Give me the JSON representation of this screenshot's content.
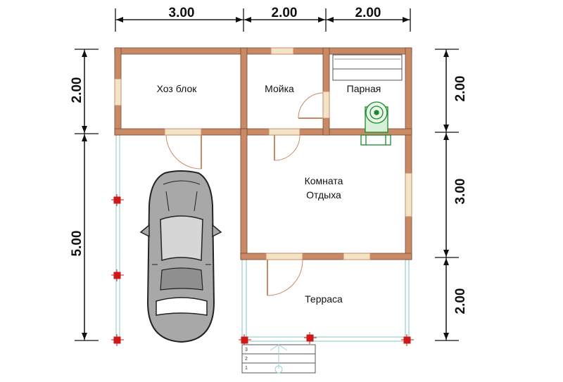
{
  "dimensions": {
    "top": [
      "3.00",
      "2.00",
      "2.00"
    ],
    "left": [
      "2.00",
      "5.00"
    ],
    "right": [
      "2.00",
      "3.00",
      "2.00"
    ]
  },
  "rooms": {
    "utility": "Хоз блок",
    "wash": "Мойка",
    "steam": "Парная",
    "lounge_line1": "Комната",
    "lounge_line2": "Отдыха",
    "terrace": "Терраса"
  },
  "steps": [
    "3",
    "2",
    "1"
  ],
  "colors": {
    "wall": "#c88a66",
    "wall_stroke": "#7a4a2e",
    "window": "#f3e4c8",
    "dimension": "#111111",
    "post": "#cc1a1a",
    "terrace_rail": "#9fd1d1",
    "stove": "#1a8a2a",
    "car_body": "#a8a8a8"
  }
}
